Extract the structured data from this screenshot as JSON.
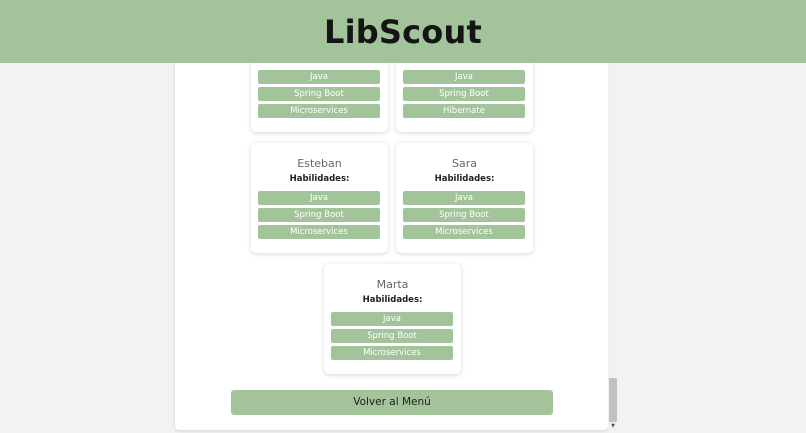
{
  "header": {
    "title": "LibScout"
  },
  "cards": [
    {
      "name": "",
      "skills_label": "",
      "skills": [
        "Java",
        "Spring Boot",
        "Microservices"
      ]
    },
    {
      "name": "",
      "skills_label": "",
      "skills": [
        "Java",
        "Spring Boot",
        "Hibernate"
      ]
    },
    {
      "name": "Esteban",
      "skills_label": "Habilidades:",
      "skills": [
        "Java",
        "Spring Boot",
        "Microservices"
      ]
    },
    {
      "name": "Sara",
      "skills_label": "Habilidades:",
      "skills": [
        "Java",
        "Spring Boot",
        "Microservices"
      ]
    },
    {
      "name": "Marta",
      "skills_label": "Habilidades:",
      "skills": [
        "Java",
        "Spring Boot",
        "Microservices"
      ]
    }
  ],
  "back_button": {
    "label": "Volver al Menú"
  },
  "scrollbar": {
    "arrow_icon": "chevron-down-icon"
  }
}
